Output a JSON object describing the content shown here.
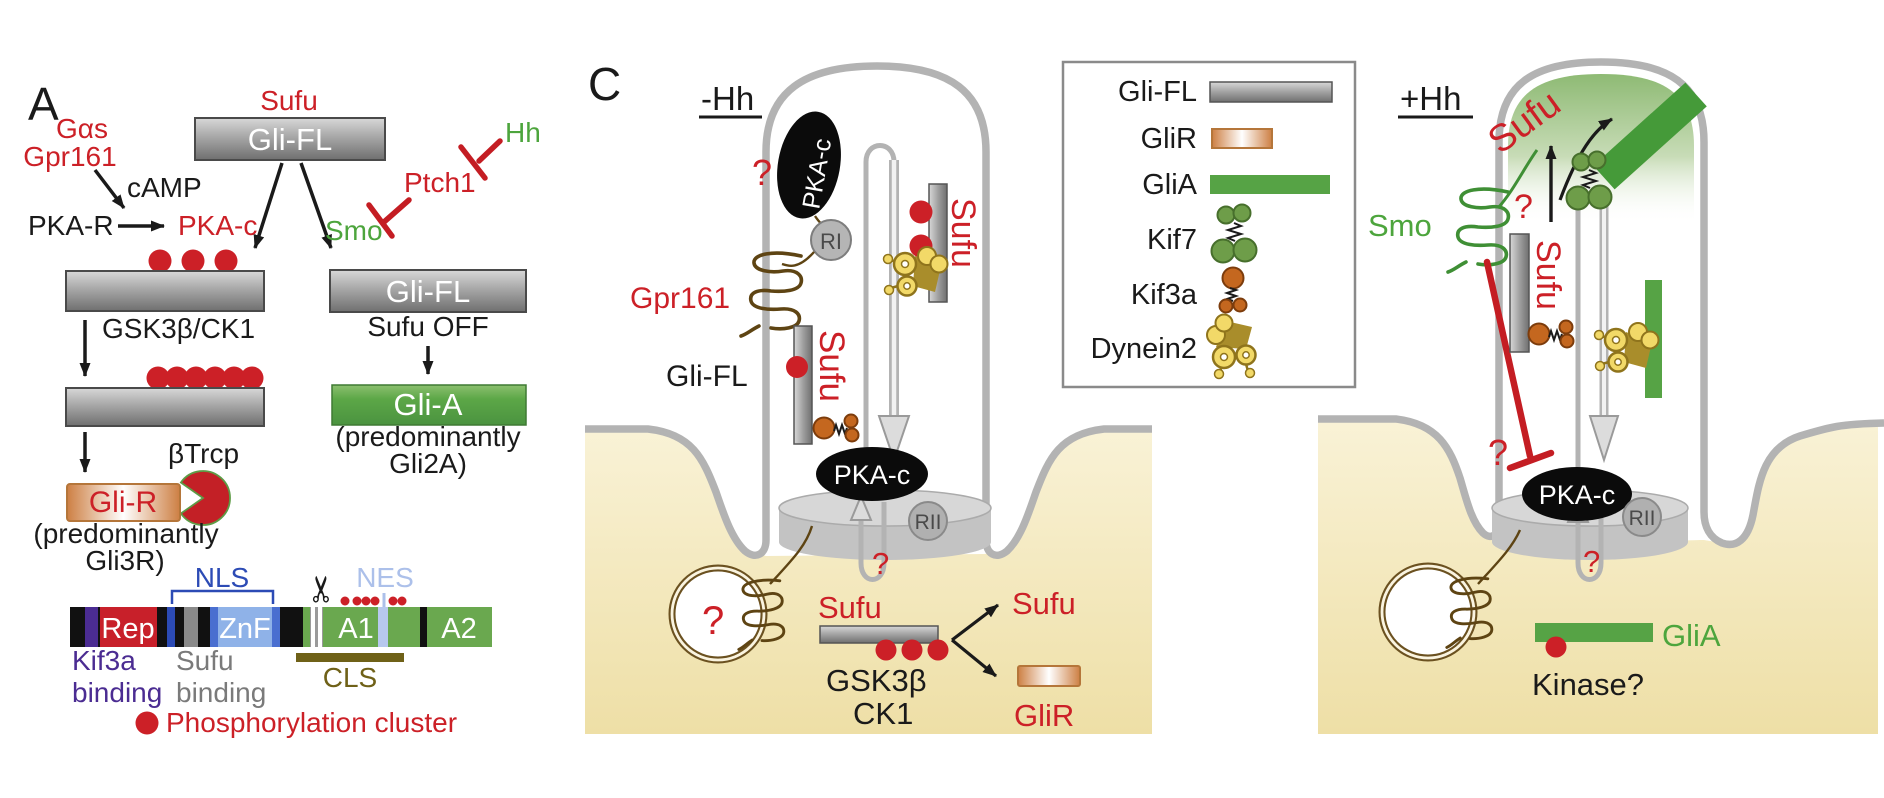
{
  "figure_title": "Hedgehog signaling Gli regulation figure",
  "panel_a": {
    "label": "A",
    "nodes": {
      "gas": "Gαs",
      "gpr161": "Gpr161",
      "camp": "cAMP",
      "pka_r": "PKA-R",
      "pka_c": "PKA-c",
      "sufu": "Sufu",
      "gli_fl": "Gli-FL",
      "smo": "Smo",
      "ptch1": "Ptch1",
      "hh": "Hh",
      "gsk3b_ck1": "GSK3β/CK1",
      "gli_fl_right": "Gli-FL",
      "sufu_off": "Sufu OFF",
      "gli_a": "Gli-A",
      "gli_a_note1": "(predominantly",
      "gli_a_note2": "Gli2A)",
      "btrcp": "βTrcp",
      "gli_r": "Gli-R",
      "gli_r_note1": "(predominantly",
      "gli_r_note2": "Gli3R)"
    },
    "domain_map": {
      "nls": "NLS",
      "nes": "NES",
      "rep": "Rep",
      "znf": "ZnF",
      "a1": "A1",
      "a2": "A2",
      "kif3a_binding_1": "Kif3a",
      "kif3a_binding_2": "binding",
      "sufu_binding_1": "Sufu",
      "sufu_binding_2": "binding",
      "cls": "CLS",
      "phospho_legend": "Phosphorylation cluster"
    }
  },
  "panel_c": {
    "label": "C",
    "left_cilium": {
      "title": "-Hh",
      "q_membrane": "?",
      "pka_c_top": "PKA-c",
      "ri": "RI",
      "gpr161": "Gpr161",
      "gli_fl": "Gli-FL",
      "sufu_cargo": "Sufu",
      "sufu_retro": "Sufu",
      "pka_c_base": "PKA-c",
      "rii": "RII",
      "q_base": "?",
      "q_vesicle": "?"
    },
    "cytoplasm": {
      "sufu_bound": "Sufu",
      "gsk3b": "GSK3β",
      "ck1": "CK1",
      "sufu_released": "Sufu",
      "glir": "GliR"
    },
    "legend": {
      "items": [
        {
          "label": "Gli-FL",
          "icon": "gray-bar"
        },
        {
          "label": "GliR",
          "icon": "orange-bar"
        },
        {
          "label": "GliA",
          "icon": "green-bar"
        },
        {
          "label": "Kif7",
          "icon": "kif7-motor"
        },
        {
          "label": "Kif3a",
          "icon": "kif3a-motor"
        },
        {
          "label": "Dynein2",
          "icon": "dynein2-motor"
        }
      ]
    },
    "right_cilium": {
      "title": "+Hh",
      "smo": "Smo",
      "q_smo": "?",
      "sufu_tip": "Sufu",
      "sufu_cargo": "Sufu",
      "q_pka": "?",
      "pka_c_base": "PKA-c",
      "rii": "RII",
      "q_base": "?",
      "glia": "GliA",
      "kinase": "Kinase?"
    }
  },
  "colors": {
    "red": "#cc2027",
    "green": "#4da53d",
    "green_bar": "#56a345",
    "gray_bar": "#8a8a8a",
    "orange": "#cd7f43",
    "membrane_brown": "#6b5120",
    "cytoplasm_tan": "#f3e7ba",
    "nls_blue": "#2c4bb5",
    "nes_blue": "#acc0ea",
    "purple": "#4b2c92",
    "olive": "#6f6118",
    "dynein_yellow": "#f2d968",
    "kif7_green": "#6e9d49",
    "kif3a_orange": "#c4671f"
  }
}
